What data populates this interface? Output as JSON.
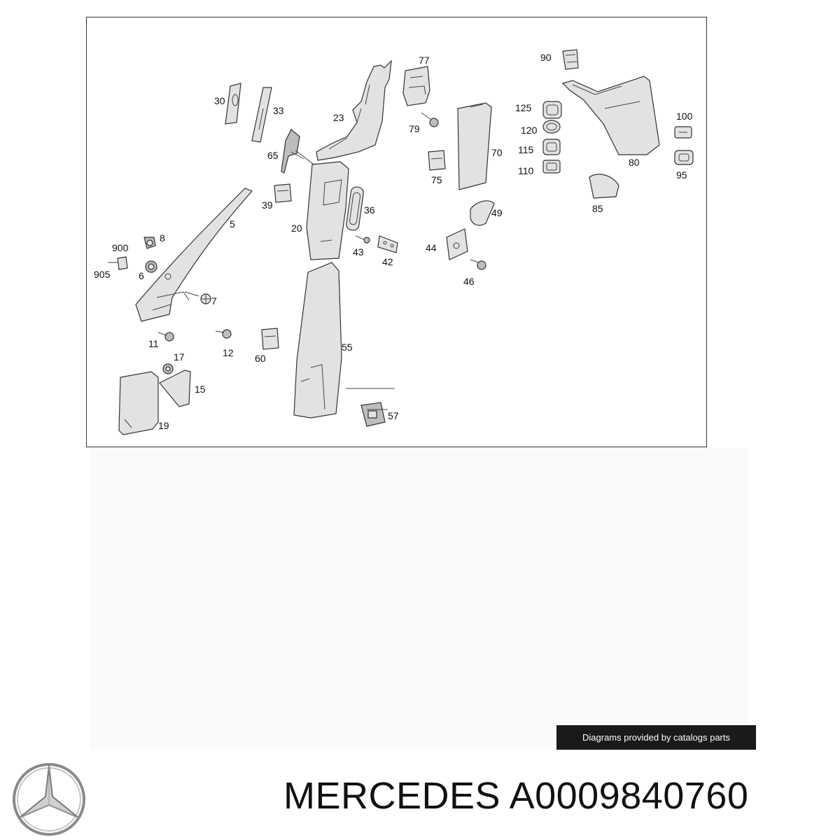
{
  "diagram": {
    "callouts": [
      "77",
      "90",
      "30",
      "33",
      "23",
      "79",
      "125",
      "100",
      "120",
      "65",
      "115",
      "70",
      "110",
      "95",
      "80",
      "75",
      "39",
      "36",
      "49",
      "85",
      "5",
      "20",
      "8",
      "900",
      "43",
      "42",
      "44",
      "905",
      "6",
      "7",
      "46",
      "11",
      "12",
      "60",
      "55",
      "17",
      "15",
      "57",
      "19"
    ]
  },
  "footer": {
    "credit": "Diagrams provided by catalogs parts",
    "title": "MERCEDES A0009840760"
  },
  "logo": {
    "icon": "three-pointed-star-icon"
  }
}
